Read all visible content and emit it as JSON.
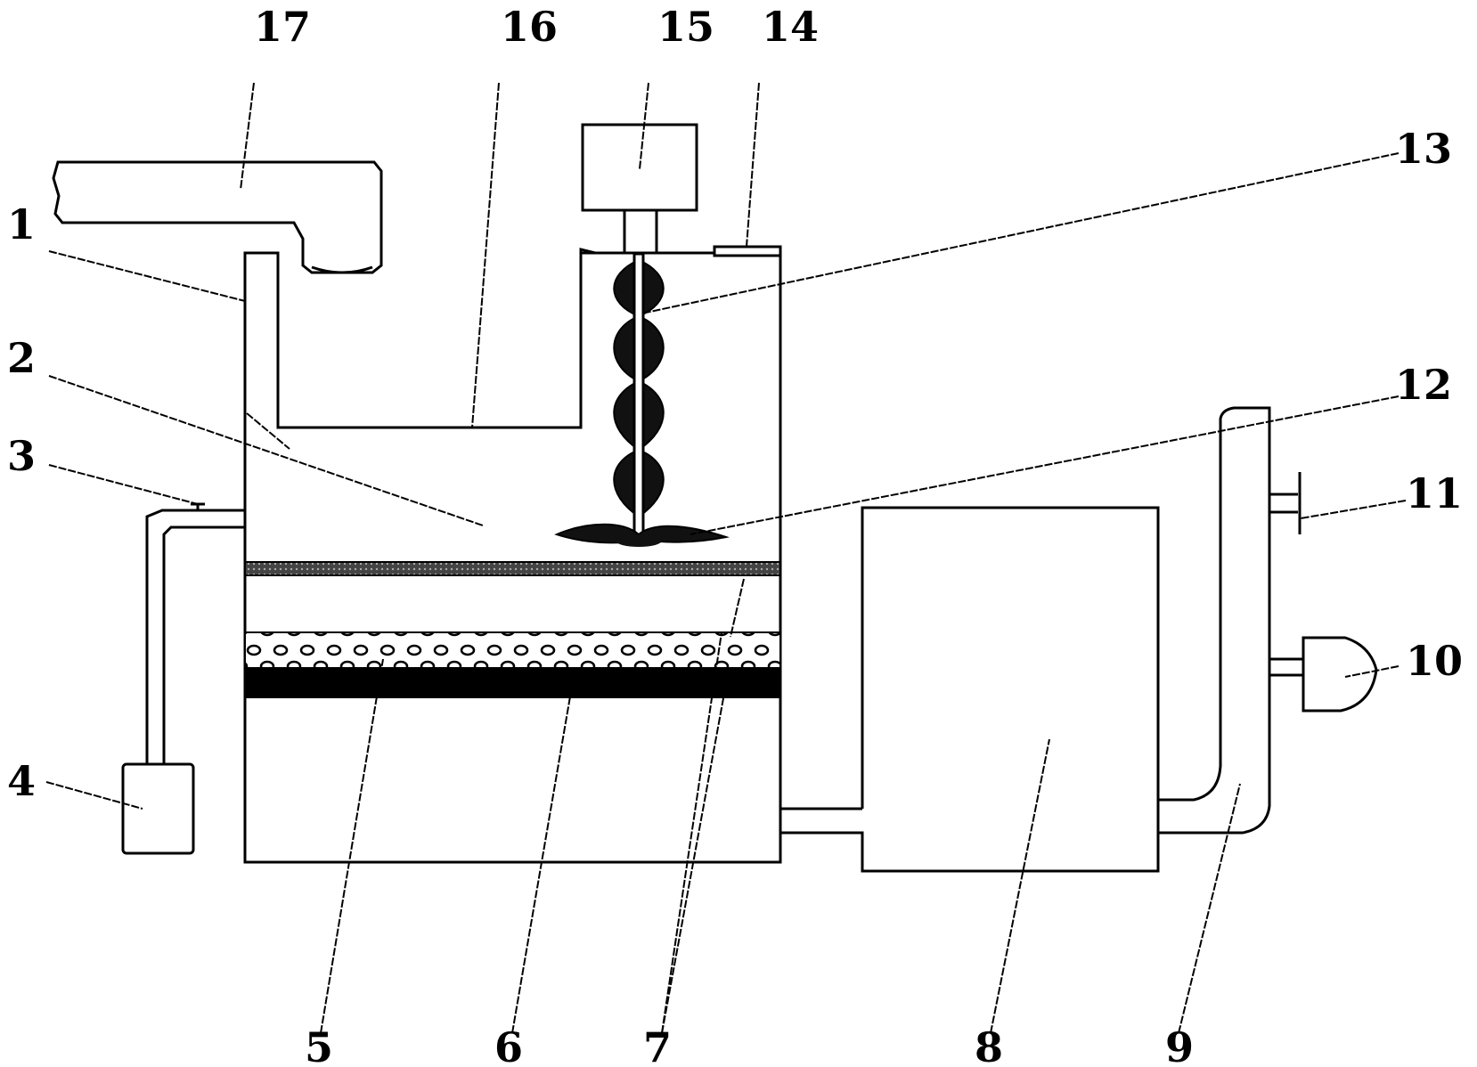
{
  "diagram": {
    "labels": {
      "n1": "1",
      "n2": "2",
      "n3": "3",
      "n4": "4",
      "n5": "5",
      "n6": "6",
      "n7": "7",
      "n8": "8",
      "n9": "9",
      "n10": "10",
      "n11": "11",
      "n12": "12",
      "n13": "13",
      "n14": "14",
      "n15": "15",
      "n16": "16",
      "n17": "17"
    },
    "colors": {
      "stroke": "#000000",
      "background": "#ffffff",
      "dotted_layer": "#6f6f6f"
    }
  }
}
